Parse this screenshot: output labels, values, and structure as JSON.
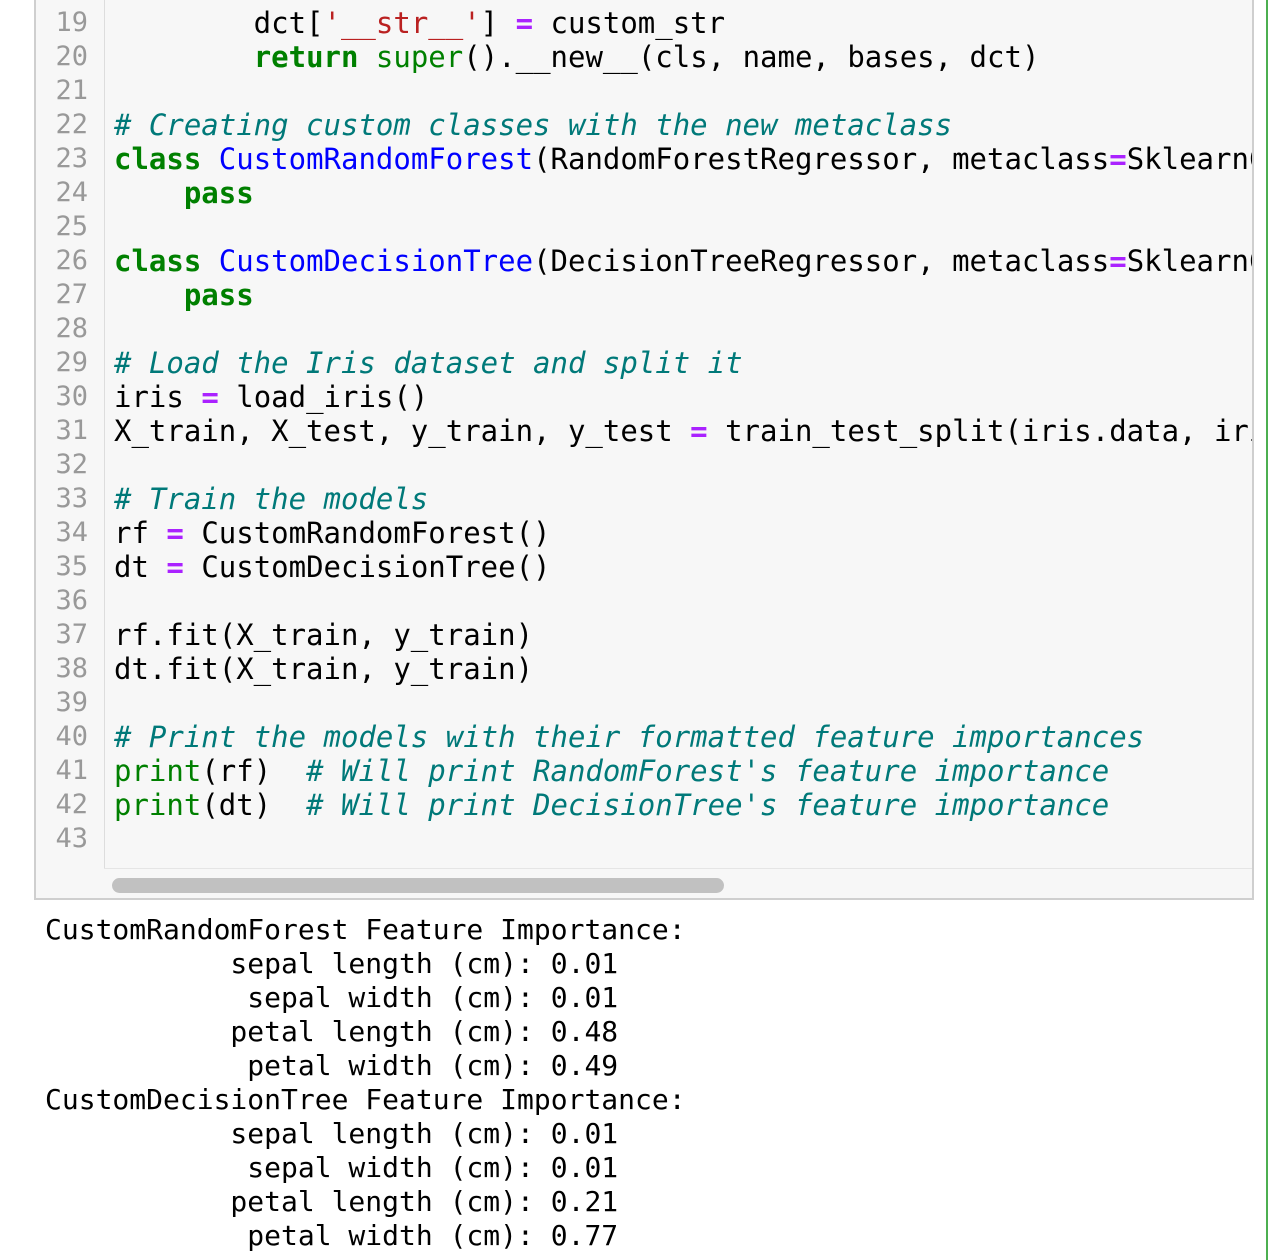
{
  "code_cell": {
    "lines": [
      {
        "num": "19",
        "tokens": [
          {
            "t": "        dct[",
            "c": ""
          },
          {
            "t": "'__str__'",
            "c": "str"
          },
          {
            "t": "] ",
            "c": ""
          },
          {
            "t": "=",
            "c": "op"
          },
          {
            "t": " custom_str",
            "c": ""
          }
        ]
      },
      {
        "num": "20",
        "tokens": [
          {
            "t": "        ",
            "c": ""
          },
          {
            "t": "return",
            "c": "kw"
          },
          {
            "t": " ",
            "c": ""
          },
          {
            "t": "super",
            "c": "bi"
          },
          {
            "t": "().__new__(cls, name, bases, dct)",
            "c": ""
          }
        ]
      },
      {
        "num": "21",
        "tokens": []
      },
      {
        "num": "22",
        "tokens": [
          {
            "t": "# Creating custom classes with the new metaclass",
            "c": "cmt"
          }
        ]
      },
      {
        "num": "23",
        "tokens": [
          {
            "t": "class",
            "c": "kw"
          },
          {
            "t": " ",
            "c": ""
          },
          {
            "t": "CustomRandomForest",
            "c": "def"
          },
          {
            "t": "(RandomForestRegressor, metaclass",
            "c": ""
          },
          {
            "t": "=",
            "c": "op"
          },
          {
            "t": "SklearnCom",
            "c": ""
          }
        ]
      },
      {
        "num": "24",
        "tokens": [
          {
            "t": "    ",
            "c": ""
          },
          {
            "t": "pass",
            "c": "kw"
          }
        ]
      },
      {
        "num": "25",
        "tokens": []
      },
      {
        "num": "26",
        "tokens": [
          {
            "t": "class",
            "c": "kw"
          },
          {
            "t": " ",
            "c": ""
          },
          {
            "t": "CustomDecisionTree",
            "c": "def"
          },
          {
            "t": "(DecisionTreeRegressor, metaclass",
            "c": ""
          },
          {
            "t": "=",
            "c": "op"
          },
          {
            "t": "SklearnCom",
            "c": ""
          }
        ]
      },
      {
        "num": "27",
        "tokens": [
          {
            "t": "    ",
            "c": ""
          },
          {
            "t": "pass",
            "c": "kw"
          }
        ]
      },
      {
        "num": "28",
        "tokens": []
      },
      {
        "num": "29",
        "tokens": [
          {
            "t": "# Load the Iris dataset and split it",
            "c": "cmt"
          }
        ]
      },
      {
        "num": "30",
        "tokens": [
          {
            "t": "iris ",
            "c": ""
          },
          {
            "t": "=",
            "c": "op"
          },
          {
            "t": " load_iris()",
            "c": ""
          }
        ]
      },
      {
        "num": "31",
        "tokens": [
          {
            "t": "X_train, X_test, y_train, y_test ",
            "c": ""
          },
          {
            "t": "=",
            "c": "op"
          },
          {
            "t": " train_test_split(iris.data, iris.",
            "c": ""
          }
        ]
      },
      {
        "num": "32",
        "tokens": []
      },
      {
        "num": "33",
        "tokens": [
          {
            "t": "# Train the models",
            "c": "cmt"
          }
        ]
      },
      {
        "num": "34",
        "tokens": [
          {
            "t": "rf ",
            "c": ""
          },
          {
            "t": "=",
            "c": "op"
          },
          {
            "t": " CustomRandomForest()",
            "c": ""
          }
        ]
      },
      {
        "num": "35",
        "tokens": [
          {
            "t": "dt ",
            "c": ""
          },
          {
            "t": "=",
            "c": "op"
          },
          {
            "t": " CustomDecisionTree()",
            "c": ""
          }
        ]
      },
      {
        "num": "36",
        "tokens": []
      },
      {
        "num": "37",
        "tokens": [
          {
            "t": "rf.fit(X_train, y_train)",
            "c": ""
          }
        ]
      },
      {
        "num": "38",
        "tokens": [
          {
            "t": "dt.fit(X_train, y_train)",
            "c": ""
          }
        ]
      },
      {
        "num": "39",
        "tokens": []
      },
      {
        "num": "40",
        "tokens": [
          {
            "t": "# Print the models with their formatted feature importances",
            "c": "cmt"
          }
        ]
      },
      {
        "num": "41",
        "tokens": [
          {
            "t": "print",
            "c": "bi"
          },
          {
            "t": "(rf)  ",
            "c": ""
          },
          {
            "t": "# Will print RandomForest's feature importance",
            "c": "cmt"
          }
        ]
      },
      {
        "num": "42",
        "tokens": [
          {
            "t": "print",
            "c": "bi"
          },
          {
            "t": "(dt)  ",
            "c": ""
          },
          {
            "t": "# Will print DecisionTree's feature importance",
            "c": "cmt"
          }
        ]
      },
      {
        "num": "43",
        "tokens": []
      }
    ]
  },
  "output": {
    "lines": [
      "CustomRandomForest Feature Importance:",
      "           sepal length (cm): 0.01",
      "            sepal width (cm): 0.01",
      "           petal length (cm): 0.48",
      "            petal width (cm): 0.49",
      "CustomDecisionTree Feature Importance:",
      "           sepal length (cm): 0.01",
      "            sepal width (cm): 0.01",
      "           petal length (cm): 0.21",
      "            petal width (cm): 0.77"
    ]
  },
  "scrollbar": {
    "horizontal_position": 0.0,
    "visible_fraction": 0.54
  },
  "colors": {
    "keyword": "#008000",
    "definition": "#0000ff",
    "comment": "#007979",
    "operator": "#aa22ff",
    "string": "#ba2121",
    "line_number": "#999999",
    "cell_background": "#f7f7f7",
    "cell_border": "#cfcfcf",
    "active_rule": "#4caf50"
  }
}
